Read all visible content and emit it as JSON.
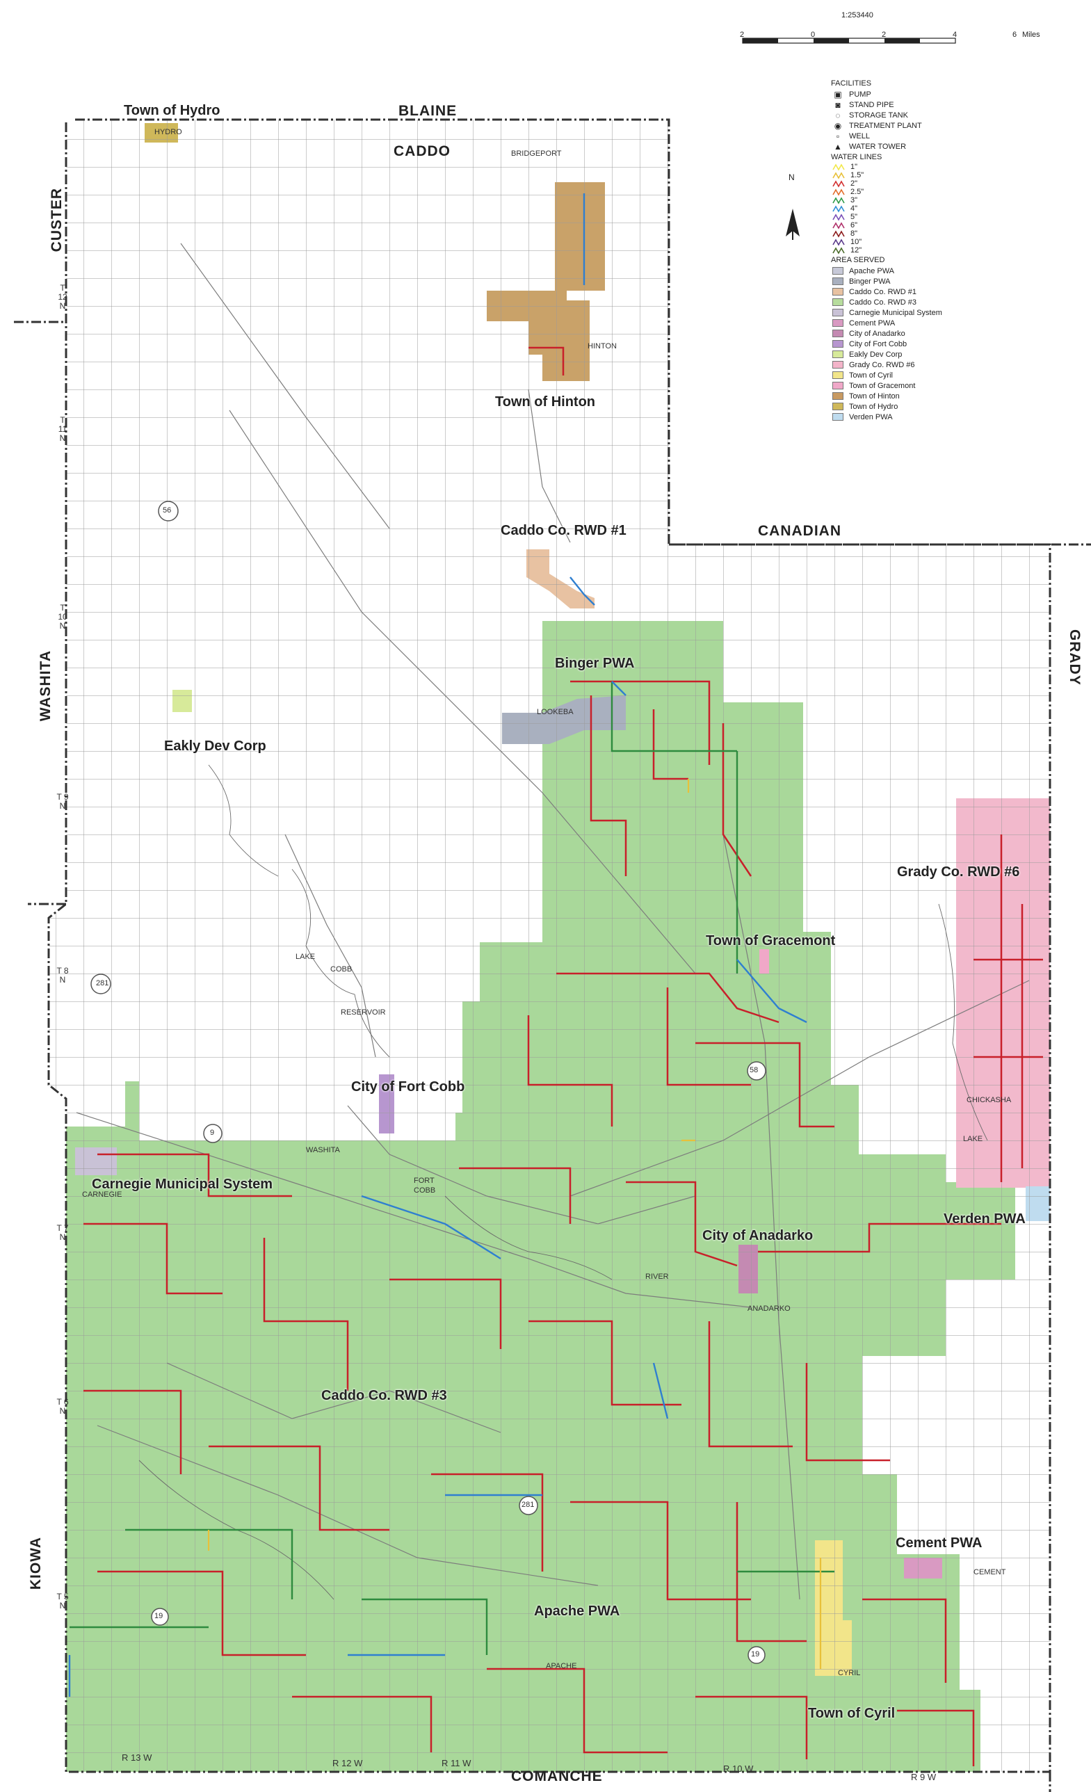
{
  "map": {
    "scale_ratio": "1:253440",
    "scale_ticks": [
      "2",
      "0",
      "2",
      "4",
      "6"
    ],
    "scale_unit": "Miles",
    "north_label": "N",
    "counties": {
      "blaine": "BLAINE",
      "caddo": "CADDO",
      "custer": "CUSTER",
      "washita": "WASHITA",
      "kiowa": "KIOWA",
      "canadian": "CANADIAN",
      "grady": "GRADY",
      "comanche": "COMANCHE"
    },
    "townships": [
      "T 12 N",
      "T 11 N",
      "T 10 N",
      "T 9 N",
      "T 8 N",
      "T 7 N",
      "T 6 N",
      "T 5 N"
    ],
    "ranges": [
      "R 13 W",
      "R 12 W",
      "R 11 W",
      "R 10 W",
      "R 9 W"
    ],
    "areas": {
      "hydro": "Town of Hydro",
      "hinton": "Town of Hinton",
      "caddo1": "Caddo Co. RWD #1",
      "binger": "Binger PWA",
      "eakly": "Eakly Dev Corp",
      "grady6": "Grady Co. RWD #6",
      "gracemont": "Town of Gracemont",
      "fortcobb": "City of Fort Cobb",
      "carnegie": "Carnegie Municipal System",
      "verden": "Verden PWA",
      "anadarko": "City of Anadarko",
      "caddo3": "Caddo Co. RWD #3",
      "cement": "Cement PWA",
      "apache": "Apache PWA",
      "cyril": "Town of Cyril"
    },
    "places": {
      "hydro": "HYDRO",
      "bridgeport": "BRIDGEPORT",
      "hinton": "HINTON",
      "lookeba": "LOOKEBA",
      "lake": "LAKE",
      "cobb": "COBB",
      "reservoir": "RESERVOIR",
      "fortcobb1": "FORT",
      "fortcobb2": "COBB",
      "carnegie": "CARNEGIE",
      "washita": "WASHITA",
      "river": "RIVER",
      "anadarko": "ANADARKO",
      "chickasha": "CHICKASHA",
      "lake2": "LAKE",
      "cement": "CEMENT",
      "apache": "APACHE",
      "cyril": "CYRIL"
    },
    "highways": [
      "56",
      "281",
      "58",
      "9",
      "281",
      "19",
      "19"
    ]
  },
  "legend": {
    "facilities_title": "FACILITIES",
    "facilities": [
      {
        "label": "PUMP",
        "icon": "pump-icon",
        "glyph": "▣"
      },
      {
        "label": "STAND PIPE",
        "icon": "stand-pipe-icon",
        "glyph": "◙"
      },
      {
        "label": "STORAGE TANK",
        "icon": "storage-tank-icon",
        "glyph": "◌"
      },
      {
        "label": "TREATMENT PLANT",
        "icon": "treatment-plant-icon",
        "glyph": "◉"
      },
      {
        "label": "WELL",
        "icon": "well-icon",
        "glyph": "▫"
      },
      {
        "label": "WATER TOWER",
        "icon": "water-tower-icon",
        "glyph": "▲"
      }
    ],
    "water_lines_title": "WATER LINES",
    "water_lines": [
      {
        "label": "1\"",
        "color": "#f2e84a"
      },
      {
        "label": "1.5\"",
        "color": "#e8c03a"
      },
      {
        "label": "2\"",
        "color": "#d22f2f"
      },
      {
        "label": "2.5\"",
        "color": "#e36d2a"
      },
      {
        "label": "3\"",
        "color": "#2e9a48"
      },
      {
        "label": "4\"",
        "color": "#2f8fd6"
      },
      {
        "label": "5\"",
        "color": "#7a4fb8"
      },
      {
        "label": "6\"",
        "color": "#b0306a"
      },
      {
        "label": "8\"",
        "color": "#8b1a1a"
      },
      {
        "label": "10\"",
        "color": "#5a3a8a"
      },
      {
        "label": "12\"",
        "color": "#4a6b2a"
      }
    ],
    "area_served_title": "AREA SERVED",
    "area_served": [
      {
        "label": "Apache PWA",
        "color": "#c7c9d8"
      },
      {
        "label": "Binger PWA",
        "color": "#a9b0bf"
      },
      {
        "label": "Caddo Co. RWD #1",
        "color": "#e8c2a2"
      },
      {
        "label": "Caddo Co. RWD #3",
        "color": "#b7dd9d"
      },
      {
        "label": "Carnegie Municipal System",
        "color": "#c9c2d6"
      },
      {
        "label": "Cement PWA",
        "color": "#d99ac2"
      },
      {
        "label": "City of Anadarko",
        "color": "#c48ab2"
      },
      {
        "label": "City of Fort Cobb",
        "color": "#b796cf"
      },
      {
        "label": "Eakly Dev Corp",
        "color": "#d7ea9a"
      },
      {
        "label": "Grady Co. RWD #6",
        "color": "#f3b4c9"
      },
      {
        "label": "Town of Cyril",
        "color": "#f2e58a"
      },
      {
        "label": "Town of Gracemont",
        "color": "#f0a8c8"
      },
      {
        "label": "Town of Hinton",
        "color": "#c89a62"
      },
      {
        "label": "Town of Hydro",
        "color": "#cfb85a"
      },
      {
        "label": "Verden PWA",
        "color": "#bfdcef"
      }
    ]
  },
  "colors": {
    "rwd3_green": "#a9d89a",
    "hinton_brown": "#c49a5c",
    "grady_pink": "#f2b9cc",
    "line_red": "#c8202a",
    "line_green": "#2e8b3e",
    "line_blue": "#2f7fd0",
    "road_gray": "#8a8a8a",
    "boundary": "#333333"
  }
}
